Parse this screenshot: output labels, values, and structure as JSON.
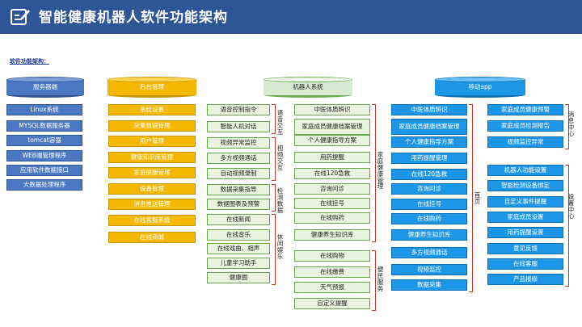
{
  "header": {
    "title": "智能健康机器人软件功能架构"
  },
  "subhead": "软件功能架构：",
  "columns": {
    "server": {
      "title": "服务器端",
      "items": [
        "Linux系统",
        "MYSQL数据服务器",
        "tomcat容器",
        "WEB端管理程序",
        "应用软件数据接口",
        "大数据处理程序"
      ]
    },
    "backend": {
      "title": "后台管理",
      "items": [
        "系统设置",
        "采集数据管理",
        "用户管理",
        "健康知识库管理",
        "家庭健康管理",
        "设备管理",
        "消息推送管理",
        "在线客服系统",
        "在线商城"
      ]
    },
    "robot": {
      "title": "机器人系统",
      "groups": {
        "voice": {
          "label": "语音交互",
          "items": [
            "语音控制指令",
            "智能人机对话"
          ]
        },
        "video": {
          "label": "视频交互",
          "items": [
            "视频异常监控",
            "多方视频通话",
            "自动视频录制"
          ]
        },
        "detect": {
          "label": "检测数据",
          "items": [
            "数据采集指导",
            "数据图表及预警"
          ]
        },
        "leisure": {
          "label": "休闲娱乐",
          "items": [
            "在线新闻",
            "在线音乐",
            "在线戏曲、相声",
            "儿童学习助手",
            "健康圈"
          ]
        },
        "health": {
          "label": "家庭健康管理",
          "items": [
            "中医体质辨识",
            "家庭成员健康档案管理",
            "个人健康指导方案",
            "用药提醒",
            "在线120急救",
            "咨询问诊",
            "在线挂号",
            "在线购药",
            "健康养生知识库"
          ]
        },
        "convenience": {
          "label": "便民服务",
          "items": [
            "在线购物",
            "在线缴费",
            "天气预报",
            "自定义提醒"
          ]
        }
      }
    },
    "app": {
      "title": "移动app",
      "home": {
        "label": "首页",
        "items": [
          "中医体质辨识",
          "家庭成员健康档案管理",
          "个人健康指导方案",
          "用药提醒管理",
          "在线120急救",
          "咨询问诊",
          "在线挂号",
          "在线购药",
          "健康养生知识库",
          "多方视频通话",
          "视频监控",
          "数据采集"
        ]
      },
      "message": {
        "label": "消息中心",
        "items": [
          "家庭成员健康预警",
          "家庭成员检测报告",
          "视频监控异常"
        ]
      },
      "settings": {
        "label": "设置中心",
        "items": [
          "机器人功能设置",
          "智能检测设备绑定",
          "自定义事件提醒",
          "家庭成员设置",
          "用药提醒设置",
          "意见反馈",
          "在线客服",
          "产品报修"
        ]
      }
    }
  }
}
